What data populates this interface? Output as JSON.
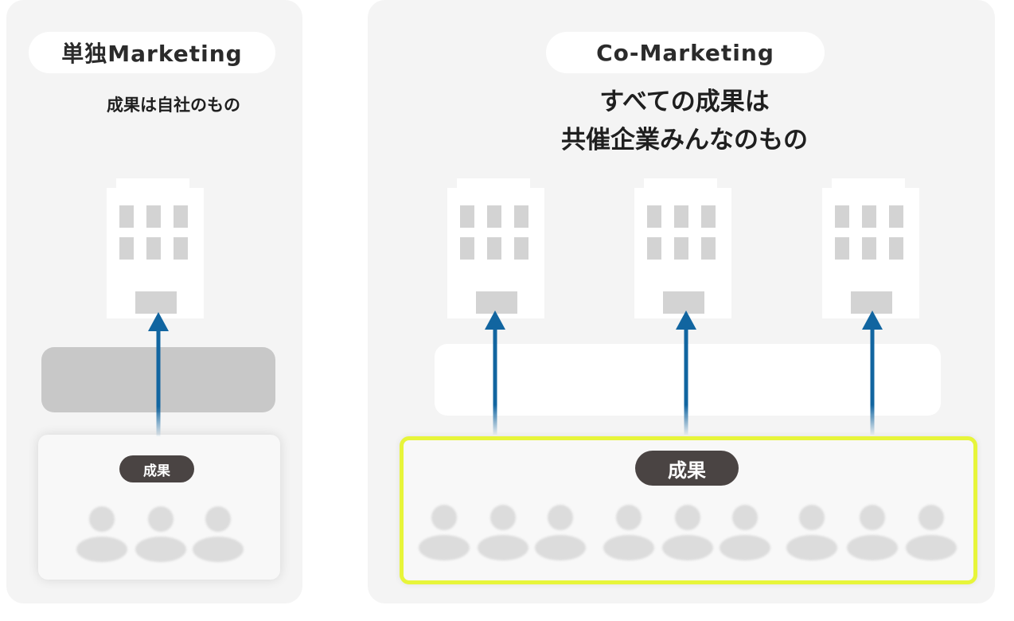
{
  "left": {
    "label": "単独Marketing",
    "tagline": "成果は自社のもの",
    "result_label": "成果",
    "company_count": 1,
    "people_count": 3
  },
  "right": {
    "label": "Co-Marketing",
    "tagline_line1": "すべての成果は",
    "tagline_line2": "共催企業みんなのもの",
    "result_label": "成果",
    "company_count": 3,
    "people_count": 9
  },
  "colors": {
    "panel_bg": "#f4f4f4",
    "arrow": "#1165a0",
    "highlight_border": "#e7f53a",
    "badge_bg": "#4a4443",
    "building_window": "#d3d3d3",
    "person": "#dcdcdc"
  },
  "icons": [
    "building-icon",
    "arrow-up-icon",
    "person-icon"
  ]
}
